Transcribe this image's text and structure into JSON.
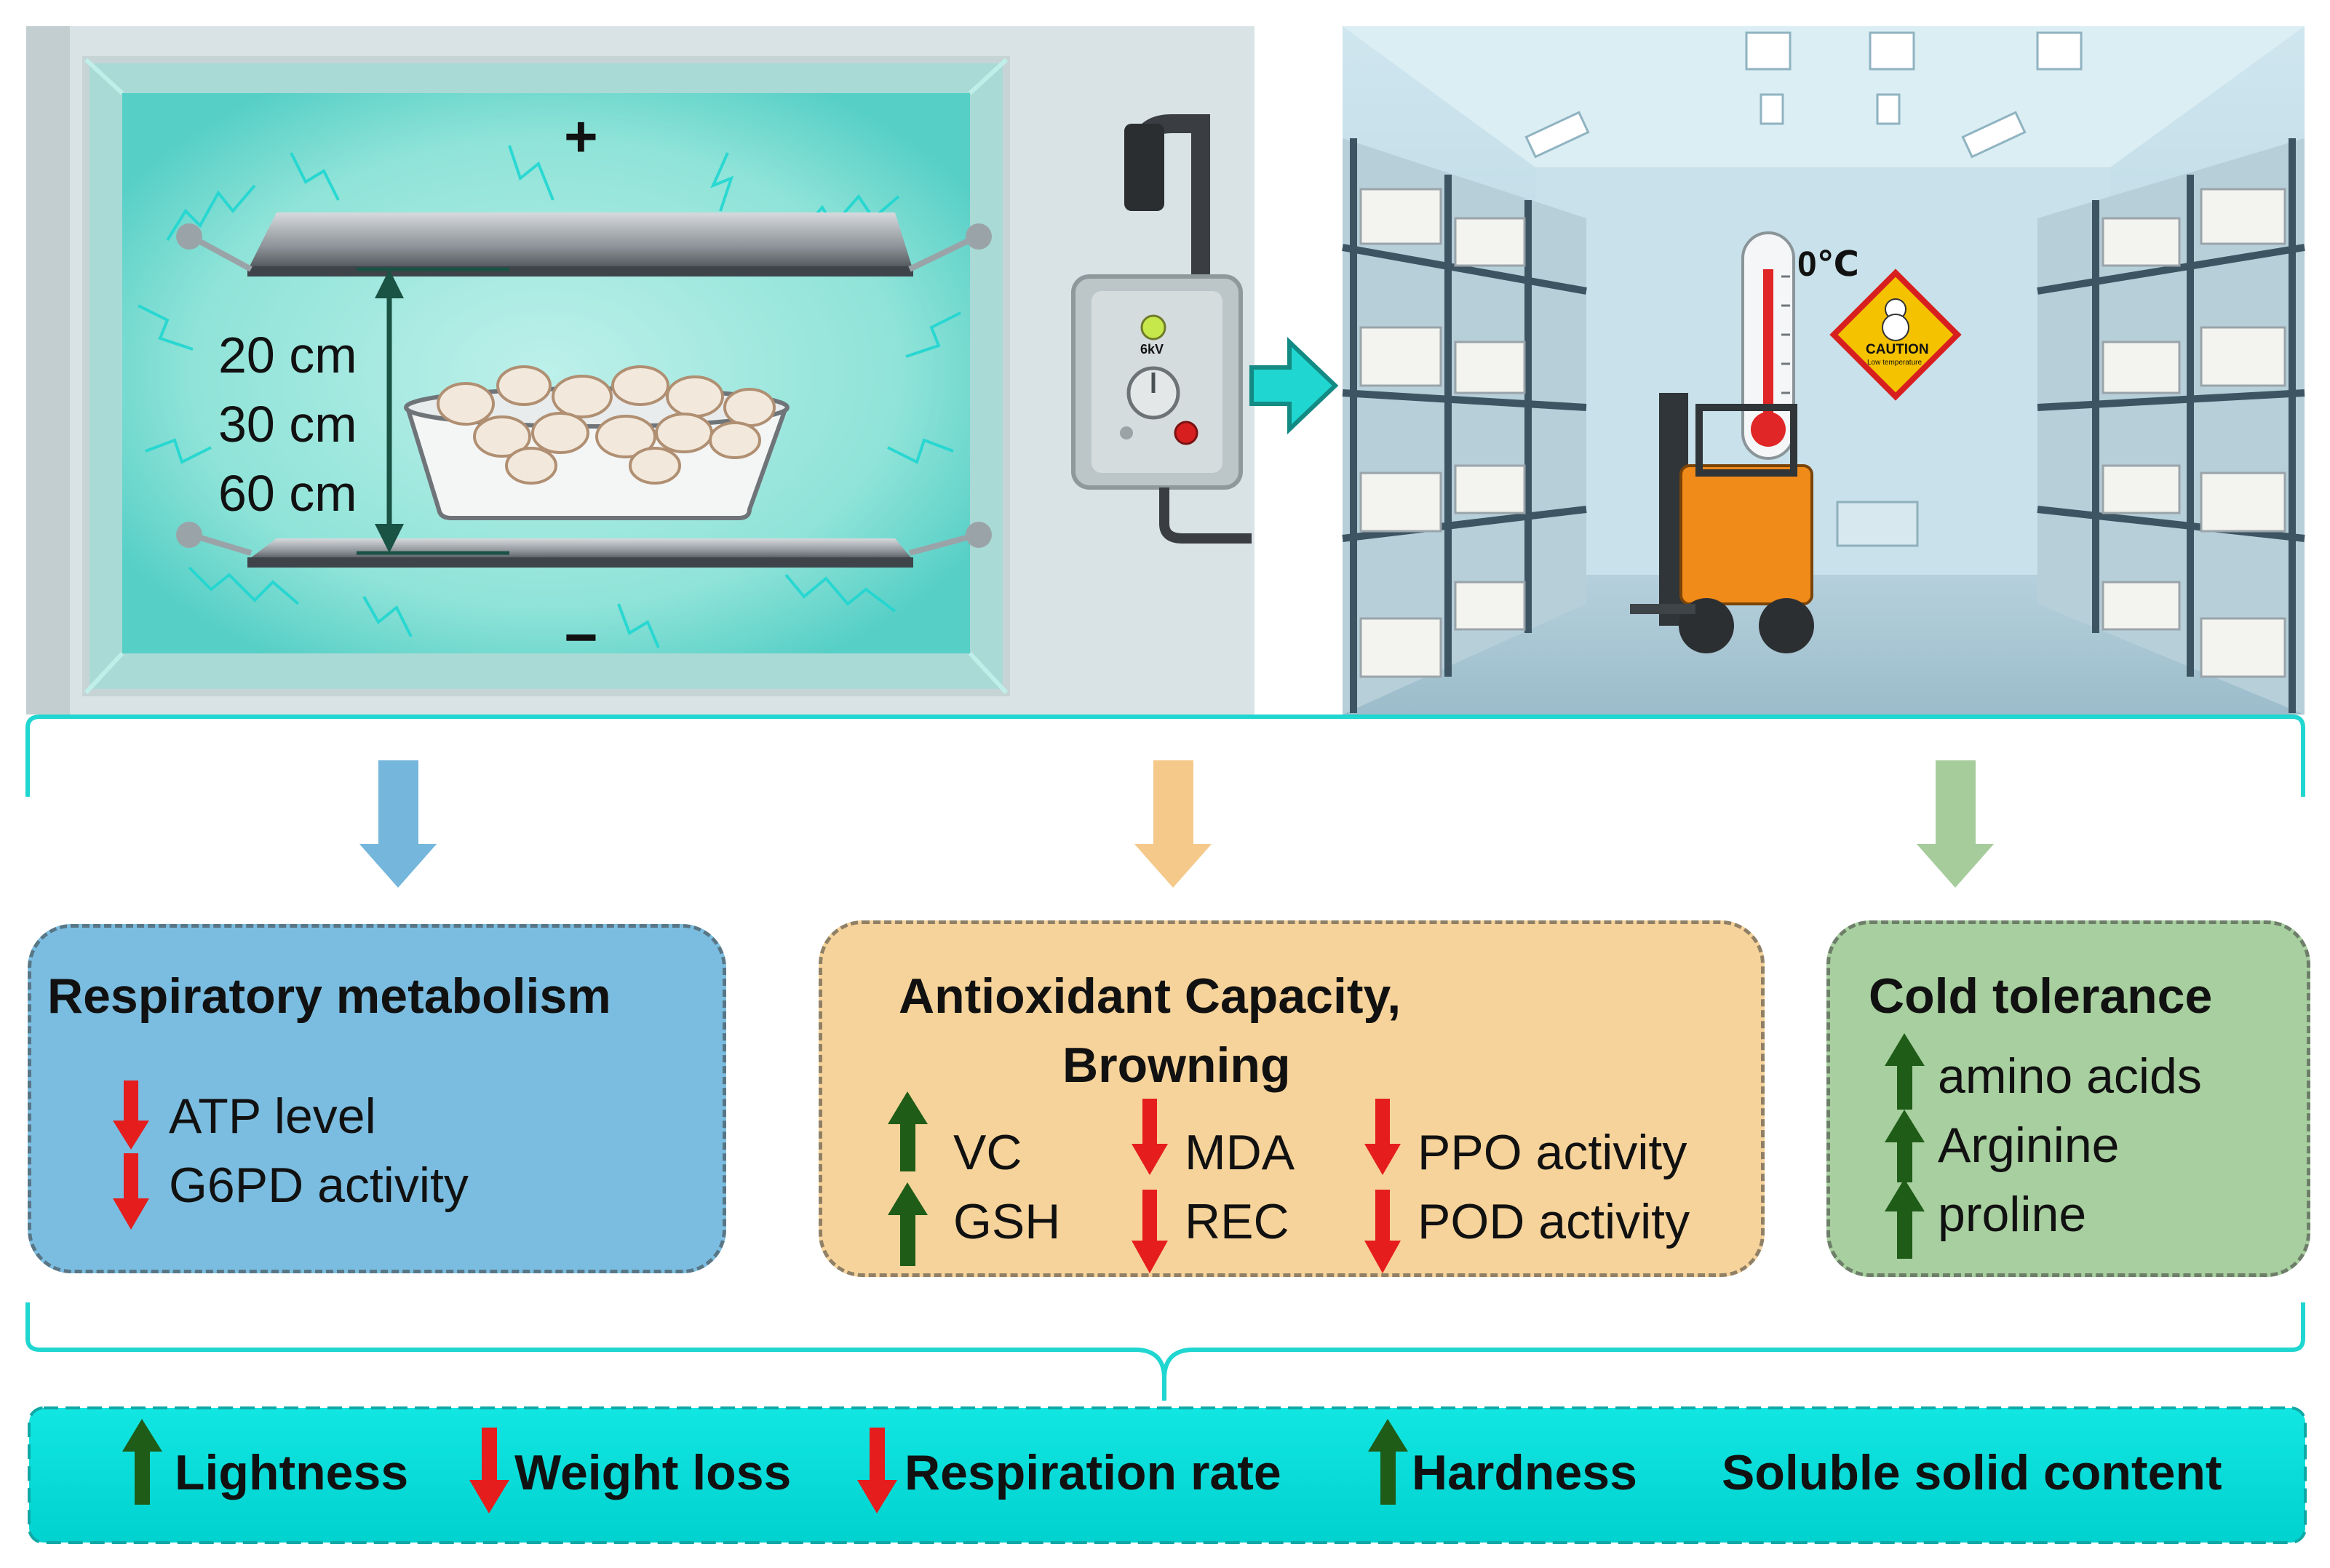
{
  "left_panel": {
    "plus_sign": "+",
    "minus_sign": "−",
    "distances": [
      "20 cm",
      "30 cm",
      "60 cm"
    ],
    "control_box_label": "6kV"
  },
  "right_panel": {
    "temperature": "0℃",
    "caution_sign": "CAUTION",
    "caution_subtext": "Low temperature"
  },
  "colors": {
    "teal_accent": "#1fd6d0",
    "box_blue": "#7bbde0",
    "box_orange": "#f6d39a",
    "box_green": "#a8cf9f",
    "arrow_blue": "#74b6dc",
    "arrow_orange": "#f4c98a",
    "arrow_green": "#a6cc9c",
    "up_arrow": "#1f5c18",
    "down_arrow": "#e51d1d",
    "summary_bar": "#00e0dc"
  },
  "boxes": {
    "respiratory": {
      "title": "Respiratory metabolism",
      "items": [
        {
          "text": "ATP level",
          "direction": "down"
        },
        {
          "text": "G6PD activity",
          "direction": "down"
        }
      ]
    },
    "antioxidant": {
      "title_line1": "Antioxidant Capacity,",
      "title_line2": "Browning",
      "col1": [
        {
          "text": "VC",
          "direction": "up"
        },
        {
          "text": "GSH",
          "direction": "up"
        }
      ],
      "col2": [
        {
          "text": "MDA",
          "direction": "down"
        },
        {
          "text": "REC",
          "direction": "down"
        }
      ],
      "col3": [
        {
          "text": "PPO activity",
          "direction": "down"
        },
        {
          "text": "POD activity",
          "direction": "down"
        }
      ]
    },
    "cold": {
      "title": "Cold tolerance",
      "items": [
        {
          "text": "amino acids",
          "direction": "up"
        },
        {
          "text": "Arginine",
          "direction": "up"
        },
        {
          "text": "proline",
          "direction": "up"
        }
      ]
    }
  },
  "summary": [
    {
      "text": "Lightness",
      "direction": "up"
    },
    {
      "text": "Weight loss",
      "direction": "down"
    },
    {
      "text": "Respiration rate",
      "direction": "down"
    },
    {
      "text": "Hardness",
      "direction": "up"
    },
    {
      "text": "Soluble solid content",
      "direction": "none"
    }
  ]
}
